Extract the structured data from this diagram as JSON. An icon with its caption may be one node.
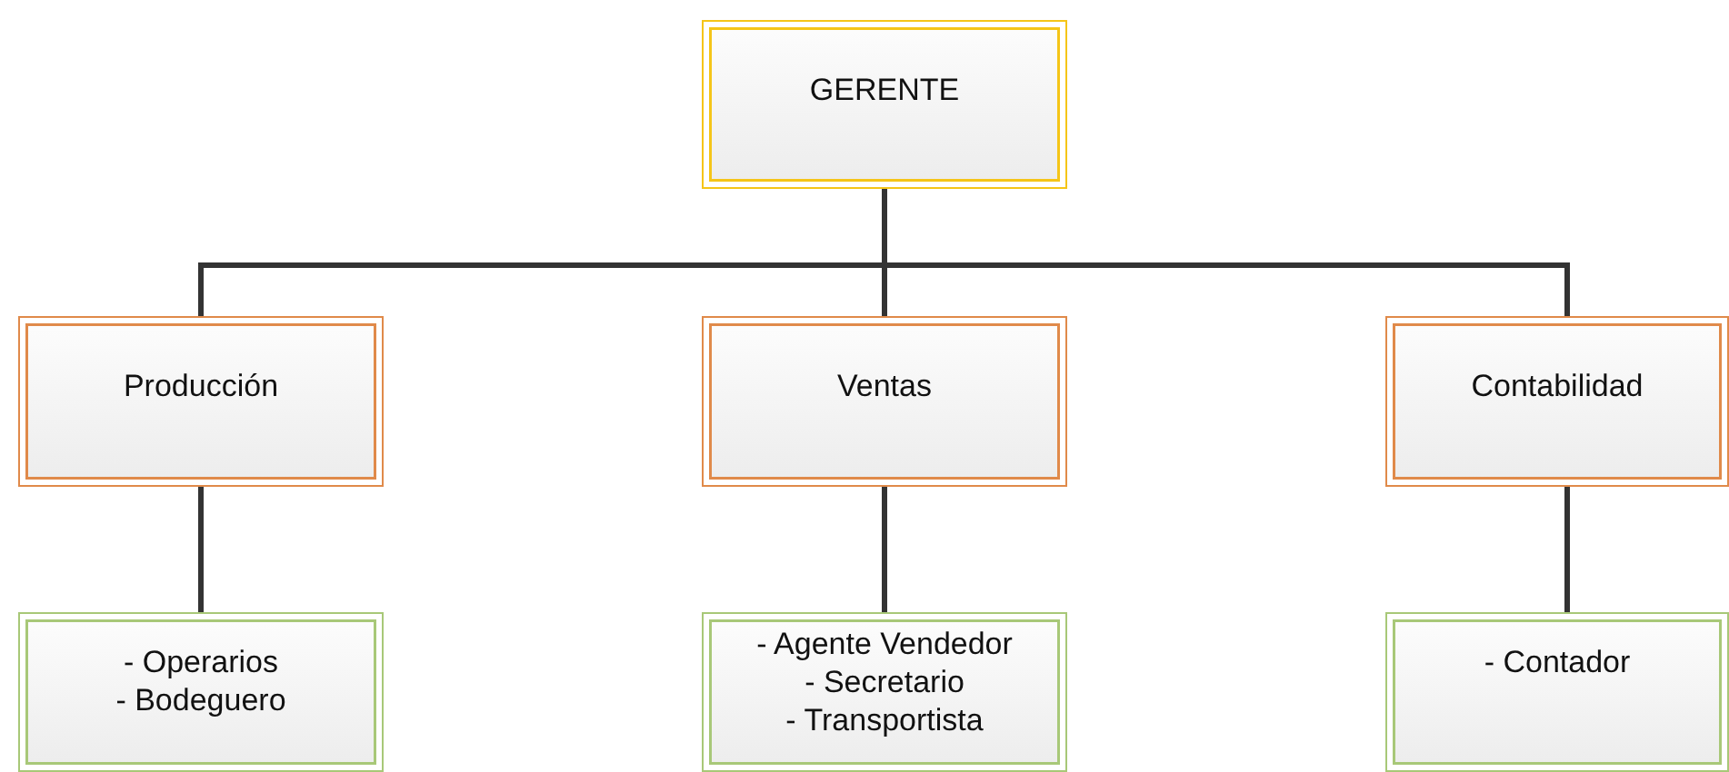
{
  "diagram": {
    "nodes": [
      {
        "text": [
          "GERENTE"
        ]
      },
      {
        "text": [
          "Producción"
        ]
      },
      {
        "text": [
          "Ventas"
        ]
      },
      {
        "text": [
          "Contabilidad"
        ]
      },
      {
        "text": [
          "- Operarios",
          "- Bodeguero"
        ]
      },
      {
        "text": [
          "- Agente Vendedor",
          "- Secretario",
          "- Transportista"
        ]
      },
      {
        "text": [
          "- Contador"
        ]
      }
    ],
    "edges": [
      {
        "from": 0,
        "to": 1,
        "arrow": "none"
      },
      {
        "from": 0,
        "to": 2,
        "arrow": "none"
      },
      {
        "from": 0,
        "to": 3,
        "arrow": "none"
      },
      {
        "from": 1,
        "to": 4,
        "arrow": "none"
      },
      {
        "from": 2,
        "to": 5,
        "arrow": "none"
      },
      {
        "from": 3,
        "to": 6,
        "arrow": "none"
      }
    ]
  }
}
